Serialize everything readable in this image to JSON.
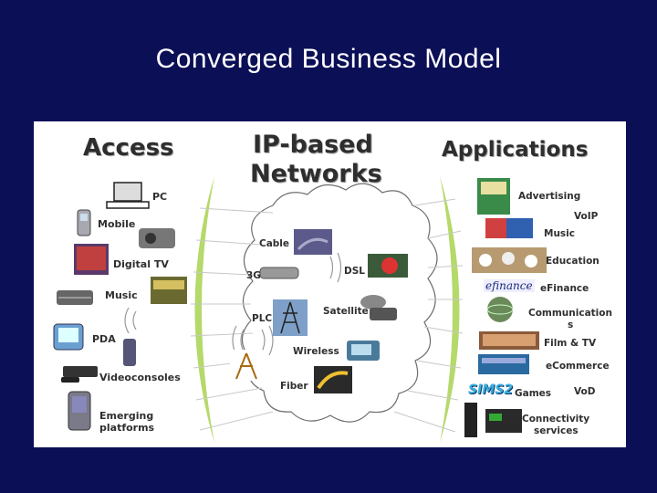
{
  "slide": {
    "title": "Converged Business Model"
  },
  "headings": {
    "access": "Access",
    "networks_line1": "IP-based",
    "networks_line2": "Networks",
    "applications": "Applications"
  },
  "access_items": {
    "pc": "PC",
    "mobile": "Mobile",
    "digital_tv": "Digital TV",
    "music": "Music",
    "pda": "PDA",
    "videoconsoles": "Videoconsoles",
    "emerging_line1": "Emerging",
    "emerging_line2": "platforms"
  },
  "network_items": {
    "cable": "Cable",
    "g3": "3G",
    "dsl": "DSL",
    "plc": "PLC",
    "satellite": "Satellite",
    "wireless": "Wireless",
    "fiber": "Fiber"
  },
  "application_items": {
    "advertising": "Advertising",
    "voip": "VoIP",
    "music": "Music",
    "education": "Education",
    "efinance_logo": "efinance",
    "efinance": "eFinance",
    "communication_line1": "Communication",
    "communication_line2": "s",
    "film_tv": "Film & TV",
    "ecommerce": "eCommerce",
    "games_logo": "SIMS2",
    "games": "Games",
    "vod": "VoD",
    "connectivity_line1": "Connectivity",
    "connectivity_line2": "services"
  },
  "colors": {
    "background": "#0b0f56",
    "panel": "#ffffff",
    "arc": "#b5d96a",
    "cloud_outline": "#6e6e6e",
    "label": "#2f2f2f"
  },
  "icons": {
    "pc": "pc-icon",
    "mobile": "mobile-phone-icon",
    "digital_tv": "tv-icon",
    "music": "music-player-icon",
    "pda": "pda-icon",
    "videoconsoles": "game-console-icon",
    "emerging": "smartphone-icon",
    "cable": "cable-icon",
    "g3": "3g-phone-icon",
    "dsl": "dsl-icon",
    "plc": "power-pylon-icon",
    "satellite": "satellite-dish-icon",
    "wireless": "wireless-device-icon",
    "fiber": "fiber-optic-icon"
  }
}
